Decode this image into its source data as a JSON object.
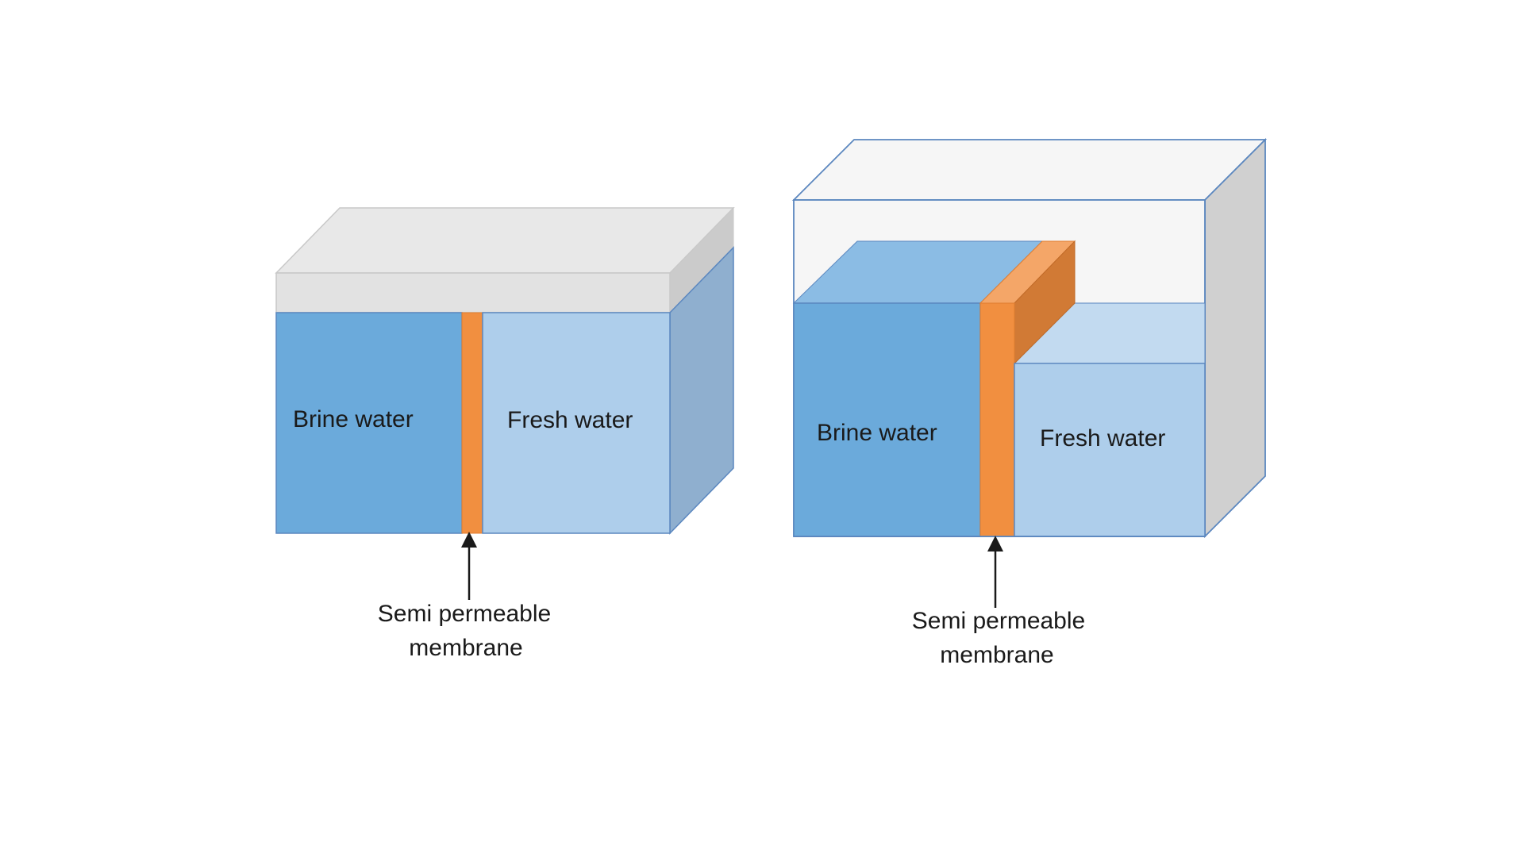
{
  "colors": {
    "brine": "#6BAADB",
    "brine_top": "#8BBCE4",
    "fresh": "#AECEEB",
    "fresh_top": "#C2DAF0",
    "membrane": "#F18F40",
    "membrane_top": "#F4A668",
    "membrane_side": "#D17A35",
    "outline": "#5B87BF",
    "lid_front": "#E2E2E2",
    "lid_top": "#E8E8E8",
    "lid_side": "#CBCBCB",
    "water_side": "#8FAFCF",
    "container_side": "#D0D0D0",
    "empty_space": "#F6F6F6",
    "arrow": "#1a1a1a"
  },
  "left_tank": {
    "brine_label": "Brine water",
    "fresh_label": "Fresh water",
    "membrane_label_line1": "Semi permeable",
    "membrane_label_line2": "membrane"
  },
  "right_tank": {
    "brine_label": "Brine water",
    "fresh_label": "Fresh water",
    "membrane_label_line1": "Semi permeable",
    "membrane_label_line2": "membrane"
  }
}
